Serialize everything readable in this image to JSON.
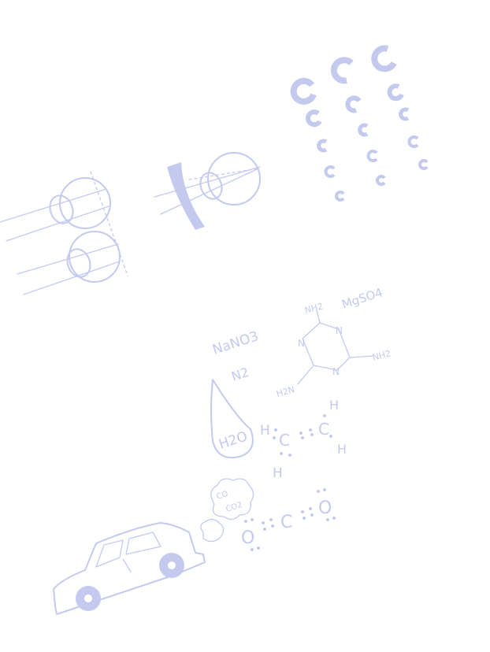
{
  "colors": {
    "ink": "#c3caee",
    "background": "#ffffff"
  },
  "labels": {
    "nano3": "NaNO3",
    "n2": "N2",
    "mgso4": "MgSO4",
    "nh2_top": "NH2",
    "nh2_right": "NH2",
    "h2n_left": "H2N",
    "n": "N",
    "h2o": "H2O",
    "h": "H",
    "c": "C",
    "o": "O",
    "co": "CO",
    "co2": "CO2"
  }
}
